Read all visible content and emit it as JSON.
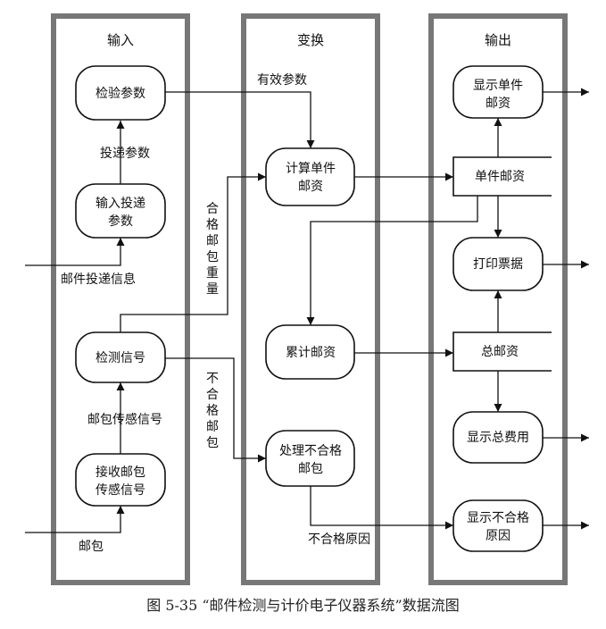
{
  "columns": {
    "input": "输入",
    "transform": "变换",
    "output": "输出"
  },
  "nodes": {
    "check_params": "检验参数",
    "input_delivery": [
      "输入投递",
      "参数"
    ],
    "detect_signal": "检测信号",
    "receive_mail": [
      "接收邮包",
      "传感信号"
    ],
    "calc_single": [
      "计算单件",
      "邮资"
    ],
    "accumulate": "累计邮资",
    "handle_bad": [
      "处理不合格",
      "邮包"
    ],
    "show_single": [
      "显示单件",
      "邮资"
    ],
    "print_ticket": "打印票据",
    "show_total": "显示总费用",
    "show_bad_reason": [
      "显示不合格",
      "原因"
    ]
  },
  "stores": {
    "single_postage": "单件邮资",
    "total_postage": "总邮资"
  },
  "flows": {
    "delivery_params": "投递参数",
    "mail_delivery_info": "邮件投递信息",
    "package_sensor_signal": "邮包传感信号",
    "package": "邮包",
    "valid_params": "有效参数",
    "qualified_weight": [
      "合",
      "格",
      "邮",
      "包",
      "重",
      "量"
    ],
    "unqualified_package": [
      "不",
      "合",
      "格",
      "邮",
      "包"
    ],
    "unqualified_reason": "不合格原因"
  },
  "caption": "图 5-35 “邮件检测与计价电子仪器系统”数据流图"
}
